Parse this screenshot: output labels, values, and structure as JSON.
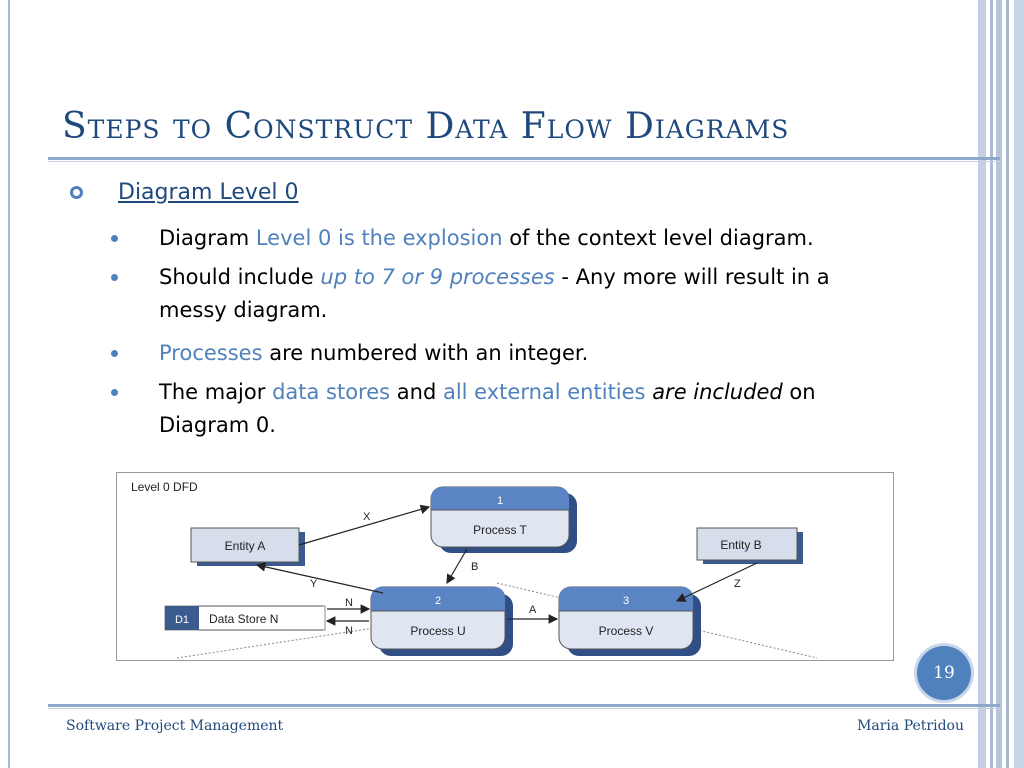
{
  "slide": {
    "title": "Steps to Construct Data Flow Diagrams",
    "level1": "Diagram Level 0",
    "bullets": [
      {
        "parts": [
          {
            "t": "Diagram "
          },
          {
            "t": "Level 0 is the explosion",
            "c": "hl"
          },
          {
            "t": " of the context level diagram."
          }
        ]
      },
      {
        "parts": [
          {
            "t": "Should include "
          },
          {
            "t": "up to 7 or 9 processes",
            "c": "hl it"
          },
          {
            "t": " - Any more will result in a messy diagram."
          }
        ]
      },
      {
        "parts": [
          {
            "t": "Processes",
            "c": "hl"
          },
          {
            "t": " are numbered with an integer."
          }
        ]
      },
      {
        "parts": [
          {
            "t": "The major "
          },
          {
            "t": "data stores",
            "c": "hl"
          },
          {
            "t": " and "
          },
          {
            "t": "all external entities",
            "c": "hl"
          },
          {
            "t": " "
          },
          {
            "t": "are included",
            "c": "it"
          },
          {
            "t": " on Diagram 0."
          }
        ]
      }
    ],
    "slide_number": "19"
  },
  "diagram": {
    "label": "Level 0 DFD",
    "entity_a": "Entity A",
    "entity_b": "Entity B",
    "store_id": "D1",
    "store_name": "Data Store N",
    "p1_num": "1",
    "p1_name": "Process T",
    "p2_num": "2",
    "p2_name": "Process U",
    "p3_num": "3",
    "p3_name": "Process V",
    "flow_x": "X",
    "flow_y": "Y",
    "flow_b": "B",
    "flow_z": "Z",
    "flow_n1": "N",
    "flow_n2": "N",
    "flow_a": "A"
  },
  "footer": {
    "left": "Software Project Management",
    "right": "Maria Petridou"
  },
  "colors": {
    "accent": "#4f81bd",
    "title": "#1f497d",
    "process_fill": "#5b84c4",
    "process_top": "#dfe6f2"
  }
}
